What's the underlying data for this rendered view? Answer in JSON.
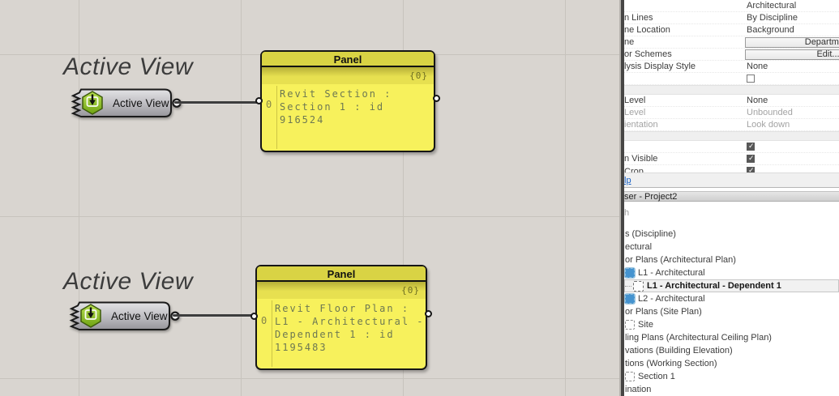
{
  "canvas": {
    "groups": [
      {
        "label": "Active View",
        "component": {
          "label": "Active View",
          "icon": "revit-active-view-icon"
        },
        "panel": {
          "title": "Panel",
          "path_badge": "{0}",
          "input_index": "0",
          "lines": [
            "Revit Section :",
            "Section 1 : id",
            "916524"
          ]
        }
      },
      {
        "label": "Active View",
        "component": {
          "label": "Active View",
          "icon": "revit-active-view-icon"
        },
        "panel": {
          "title": "Panel",
          "path_badge": "{0}",
          "input_index": "0",
          "lines": [
            "Revit Floor Plan :",
            "L1 - Architectural -",
            "Dependent 1 : id",
            "1195483"
          ]
        }
      }
    ]
  },
  "properties": {
    "rows": [
      {
        "type": "text",
        "label": "",
        "value": "Architectural"
      },
      {
        "type": "text",
        "label": "n Lines",
        "value": "By Discipline"
      },
      {
        "type": "text",
        "label": "ne Location",
        "value": "Background"
      },
      {
        "type": "button",
        "label": "ne",
        "value": "Department"
      },
      {
        "type": "button",
        "label": "or Schemes",
        "value": "Edit..."
      },
      {
        "type": "text",
        "label": "lysis Display Style",
        "value": "None"
      },
      {
        "type": "checkbox",
        "label": "",
        "checked": false
      },
      {
        "type": "separator"
      },
      {
        "type": "text",
        "label": "Level",
        "value": "None"
      },
      {
        "type": "text",
        "label": "Level",
        "value": "Unbounded",
        "disabled": true
      },
      {
        "type": "text",
        "label": "ientation",
        "value": "Look down",
        "disabled": true
      },
      {
        "type": "separator"
      },
      {
        "type": "checkbox",
        "label": "",
        "checked": true
      },
      {
        "type": "checkbox",
        "label": "n Visible",
        "checked": true
      },
      {
        "type": "checkbox",
        "label": "Crop",
        "checked": true,
        "cut": true
      }
    ],
    "help_link": "lp"
  },
  "browser": {
    "title": "ser - Project2",
    "search_text": "h",
    "tree": [
      {
        "text": "s (Discipline)",
        "icon": "none"
      },
      {
        "text": "ectural",
        "icon": "none"
      },
      {
        "text": "or Plans (Architectural Plan)",
        "icon": "none"
      },
      {
        "text": "L1 - Architectural",
        "icon": "plan"
      },
      {
        "text": "L1 - Architectural - Dependent 1",
        "icon": "view",
        "selected": true,
        "dots": true
      },
      {
        "text": "L2 - Architectural",
        "icon": "plan"
      },
      {
        "text": "or Plans (Site Plan)",
        "icon": "none"
      },
      {
        "text": "Site",
        "icon": "view"
      },
      {
        "text": "ling Plans (Architectural Ceiling Plan)",
        "icon": "none"
      },
      {
        "text": "vations (Building Elevation)",
        "icon": "none"
      },
      {
        "text": "tions (Working Section)",
        "icon": "none"
      },
      {
        "text": "Section 1",
        "icon": "view"
      },
      {
        "text": "ination",
        "icon": "none"
      }
    ]
  },
  "colors": {
    "canvas_background": "#d9d5d0",
    "canvas_grid": "#c7c3bd",
    "panel_yellow": "#f7f15c",
    "panel_header_yellow": "#d9d344",
    "panel_text_olive": "#6d7852",
    "component_green": "#8bc34a",
    "tree_plan_icon_blue": "#4593cf",
    "help_link_blue": "#1860c4"
  }
}
